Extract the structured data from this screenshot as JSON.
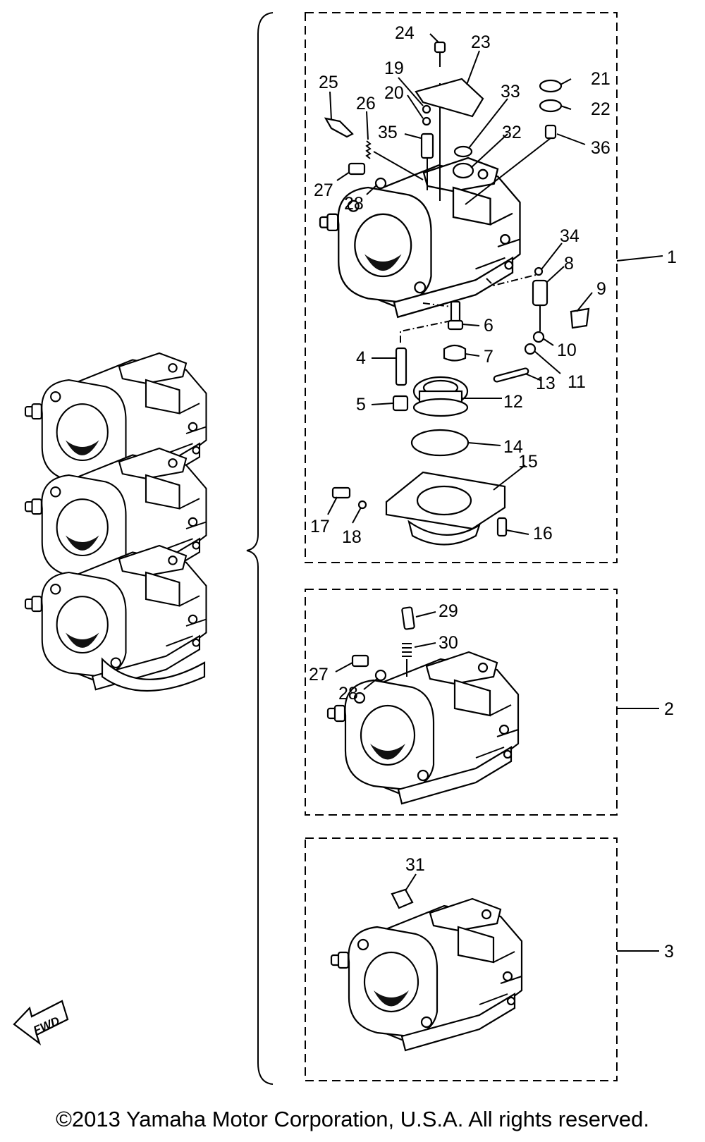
{
  "diagram": {
    "fwd_label": "FWD",
    "group_labels": [
      "1",
      "2",
      "3"
    ],
    "callouts": {
      "c4": "4",
      "c5": "5",
      "c6": "6",
      "c7": "7",
      "c8": "8",
      "c9": "9",
      "c10": "10",
      "c11": "11",
      "c12": "12",
      "c13": "13",
      "c14": "14",
      "c15": "15",
      "c16": "16",
      "c17": "17",
      "c18": "18",
      "c19": "19",
      "c20": "20",
      "c21": "21",
      "c22": "22",
      "c23": "23",
      "c24": "24",
      "c25": "25",
      "c26": "26",
      "c27": "27",
      "c28": "28",
      "c33": "33",
      "c32": "32",
      "c34": "34",
      "c35": "35",
      "c36": "36",
      "c29": "29",
      "c30": "30",
      "c27b": "27",
      "c28b": "28",
      "c31": "31"
    }
  },
  "footer": {
    "copyright": "©2013 Yamaha Motor Corporation, U.S.A. All rights reserved."
  }
}
